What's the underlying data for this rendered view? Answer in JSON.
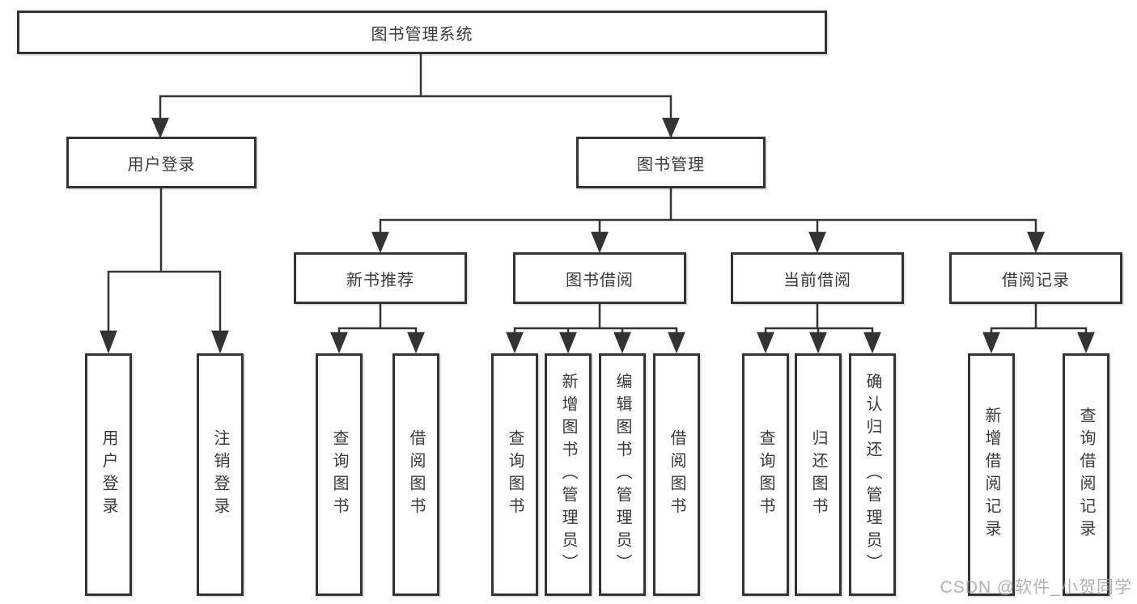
{
  "tree": {
    "root": {
      "label": "图书管理系统"
    },
    "branches": [
      {
        "label": "用户登录",
        "children": [
          {
            "label": "用户登录"
          },
          {
            "label": "注销登录"
          }
        ]
      },
      {
        "label": "图书管理",
        "groups": [
          {
            "label": "新书推荐",
            "children": [
              {
                "label": "查询图书"
              },
              {
                "label": "借阅图书"
              }
            ]
          },
          {
            "label": "图书借阅",
            "children": [
              {
                "label": "查询图书"
              },
              {
                "label": "新增图书（管理员）"
              },
              {
                "label": "编辑图书（管理员）"
              },
              {
                "label": "借阅图书"
              }
            ]
          },
          {
            "label": "当前借阅",
            "children": [
              {
                "label": "查询图书"
              },
              {
                "label": "归还图书"
              },
              {
                "label": "确认归还（管理员）"
              }
            ]
          },
          {
            "label": "借阅记录",
            "children": [
              {
                "label": "新增借阅记录"
              },
              {
                "label": "查询借阅记录"
              }
            ]
          }
        ]
      }
    ]
  },
  "colors": {
    "line": "#333333",
    "text": "#3a3a3a",
    "watermark": "#9e9e9e"
  },
  "watermark": {
    "text": "CSDN @软件_小贺同学"
  }
}
